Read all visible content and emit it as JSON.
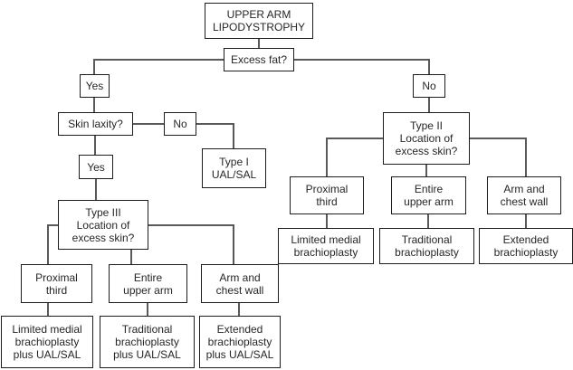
{
  "diagram": {
    "title": "Upper arm lipodystrophy treatment algorithm",
    "colors": {
      "border": "#1c1c1c",
      "line": "#595959",
      "text": "#262626",
      "background": "#ffffff"
    },
    "nodes": {
      "root": {
        "label": "UPPER ARM\nLIPODYSTROPHY"
      },
      "excess_fat": {
        "label": "Excess fat?"
      },
      "fat_yes": {
        "label": "Yes"
      },
      "fat_no": {
        "label": "No"
      },
      "skin_laxity": {
        "label": "Skin laxity?"
      },
      "laxity_no": {
        "label": "No"
      },
      "laxity_yes": {
        "label": "Yes"
      },
      "type1": {
        "label": "Type I\nUAL/SAL"
      },
      "type3": {
        "label": "Type III\nLocation of\nexcess skin?"
      },
      "type3_proximal": {
        "label": "Proximal\nthird"
      },
      "type3_entire": {
        "label": "Entire\nupper arm"
      },
      "type3_armchest": {
        "label": "Arm and\nchest wall"
      },
      "type3_limited": {
        "label": "Limited medial\nbrachioplasty\nplus UAL/SAL"
      },
      "type3_traditional": {
        "label": "Traditional\nbrachioplasty\nplus UAL/SAL"
      },
      "type3_extended": {
        "label": "Extended\nbrachioplasty\nplus UAL/SAL"
      },
      "type2": {
        "label": "Type II\nLocation of\nexcess skin?"
      },
      "type2_proximal": {
        "label": "Proximal\nthird"
      },
      "type2_entire": {
        "label": "Entire\nupper arm"
      },
      "type2_armchest": {
        "label": "Arm and\nchest wall"
      },
      "type2_limited": {
        "label": "Limited medial\nbrachioplasty"
      },
      "type2_traditional": {
        "label": "Traditional\nbrachioplasty"
      },
      "type2_extended": {
        "label": "Extended\nbrachioplasty"
      }
    }
  }
}
